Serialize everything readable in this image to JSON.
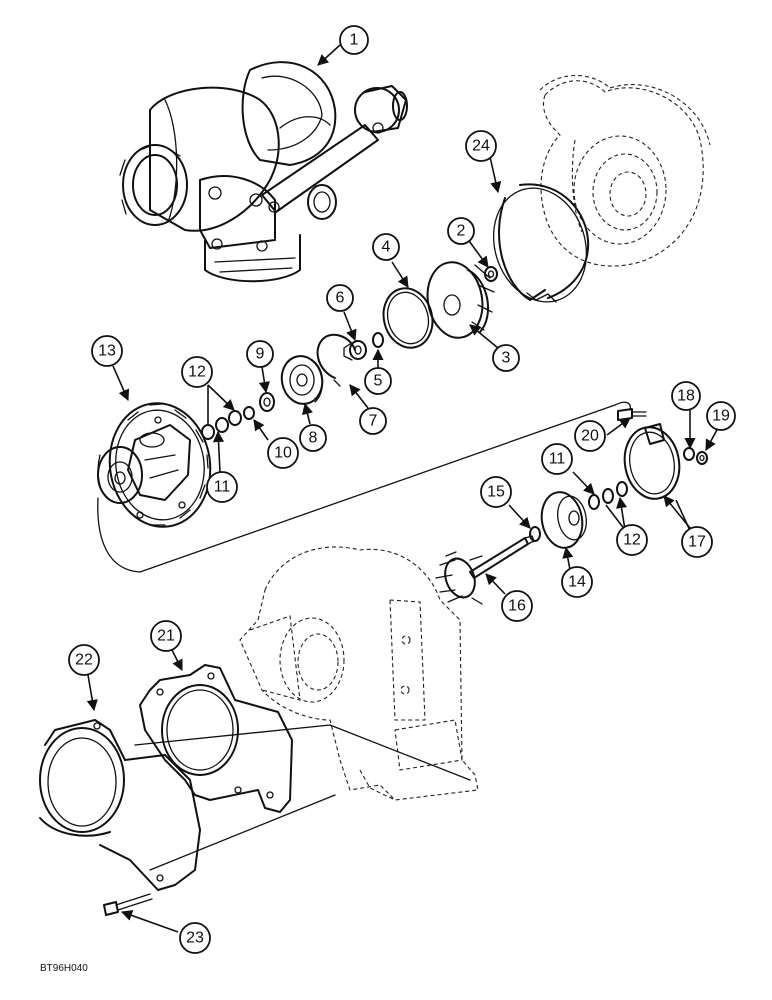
{
  "callouts": {
    "c1": "1",
    "c2": "2",
    "c3": "3",
    "c4": "4",
    "c5": "5",
    "c6": "6",
    "c7": "7",
    "c8": "8",
    "c9": "9",
    "c10": "10",
    "c11a": "11",
    "c11b": "11",
    "c12a": "12",
    "c12b": "12",
    "c13": "13",
    "c14": "14",
    "c15": "15",
    "c16": "16",
    "c17": "17",
    "c18": "18",
    "c19": "19",
    "c20": "20",
    "c21": "21",
    "c22": "22",
    "c23": "23",
    "c24": "24"
  },
  "figure_code": "BT96H040"
}
